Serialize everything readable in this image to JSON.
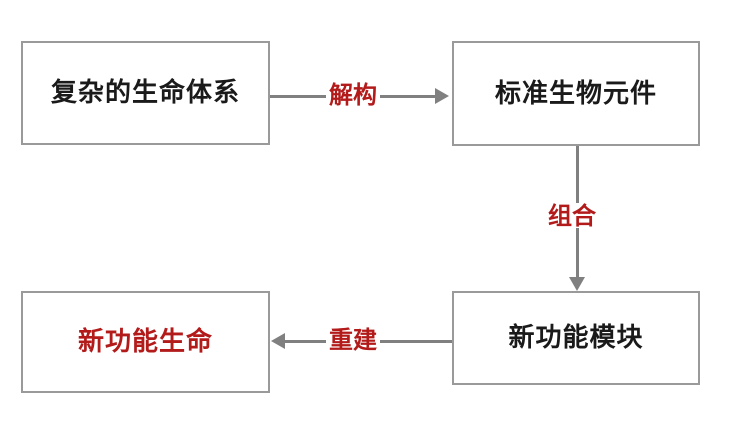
{
  "diagram": {
    "type": "flowchart-cycle",
    "title": "",
    "colors": {
      "box_border": "#9a9a9a",
      "box_fill": "#ffffff",
      "arrow": "#808080",
      "text_dark": "#1a1a1a",
      "text_red": "#b31b1b",
      "background": "#ffffff"
    },
    "nodes": [
      {
        "id": "complex-life",
        "label": "复杂的生命体系",
        "text_color": "#1a1a1a",
        "position": "top-left"
      },
      {
        "id": "standard-parts",
        "label": "标准生物元件",
        "text_color": "#1a1a1a",
        "position": "top-right"
      },
      {
        "id": "new-module",
        "label": "新功能模块",
        "text_color": "#1a1a1a",
        "position": "bottom-right"
      },
      {
        "id": "new-life",
        "label": "新功能生命",
        "text_color": "#b31b1b",
        "position": "bottom-left"
      }
    ],
    "edges": [
      {
        "id": "edge-deconstruct",
        "label": "解构",
        "from": "complex-life",
        "to": "standard-parts",
        "direction": "right",
        "label_color": "#b31b1b"
      },
      {
        "id": "edge-assemble",
        "label": "组合",
        "from": "standard-parts",
        "to": "new-module",
        "direction": "down",
        "label_color": "#b31b1b"
      },
      {
        "id": "edge-rebuild",
        "label": "重建",
        "from": "new-module",
        "to": "new-life",
        "direction": "left",
        "label_color": "#b31b1b"
      }
    ]
  }
}
